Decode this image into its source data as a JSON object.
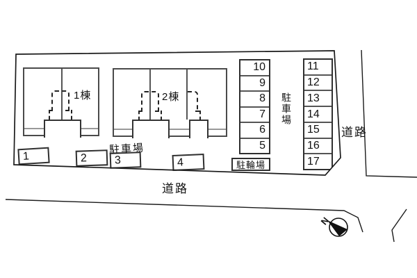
{
  "plan": {
    "building1_label": "1棟",
    "building2_label": "2棟",
    "parking_label_bottom": "駐車場",
    "parking_label_vertical": "駐車場",
    "bicycle_parking_label": "駐輪場",
    "road_label_bottom": "道路",
    "road_label_right": "道路",
    "compass_north_label": "N"
  },
  "parking": {
    "bottom_row": [
      "1",
      "2",
      "3",
      "4"
    ],
    "left_column": [
      "10",
      "9",
      "8",
      "7",
      "6",
      "5"
    ],
    "right_column": [
      "11",
      "12",
      "13",
      "14",
      "15",
      "16",
      "17"
    ]
  },
  "colors": {
    "line": "#1a1a1a",
    "building_border": "#4a4a4a",
    "inner_band": "#999999",
    "background": "#ffffff"
  }
}
